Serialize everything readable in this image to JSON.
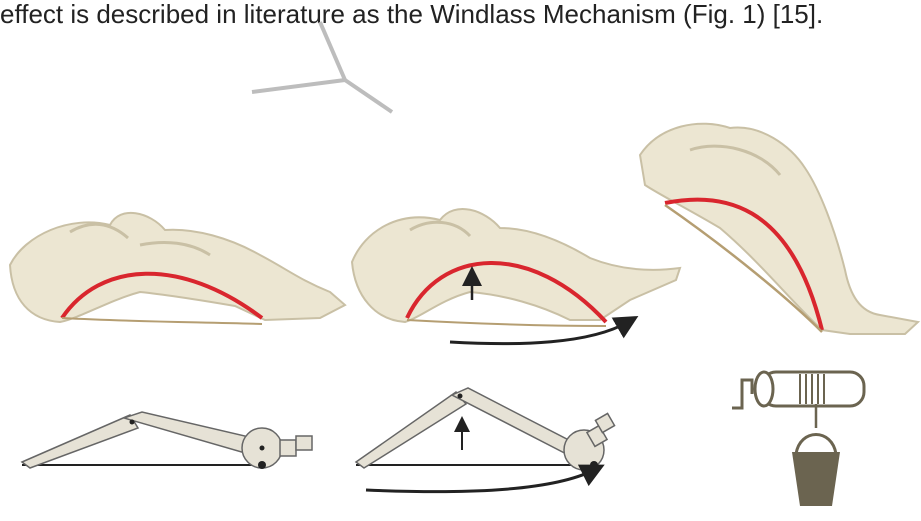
{
  "caption": {
    "text": "effect is described in literature as the Windlass Mechanism (Fig. 1) [15]."
  },
  "colors": {
    "bone": "#ece6d2",
    "bone_shade": "#c9c0a5",
    "plantar_fascia": "#d9262e",
    "fascia_base": "#b59e72",
    "arrow": "#222222",
    "link_fill": "#e6e2d6",
    "bucket": "#6b6450"
  },
  "panels": [
    {
      "name": "foot-relaxed",
      "has_lift_arrow": false,
      "has_push_arrow": false
    },
    {
      "name": "foot-toe-dorsiflexed",
      "has_lift_arrow": true,
      "has_push_arrow": true
    },
    {
      "name": "foot-heel-raised",
      "has_lift_arrow": false,
      "has_push_arrow": false
    }
  ]
}
